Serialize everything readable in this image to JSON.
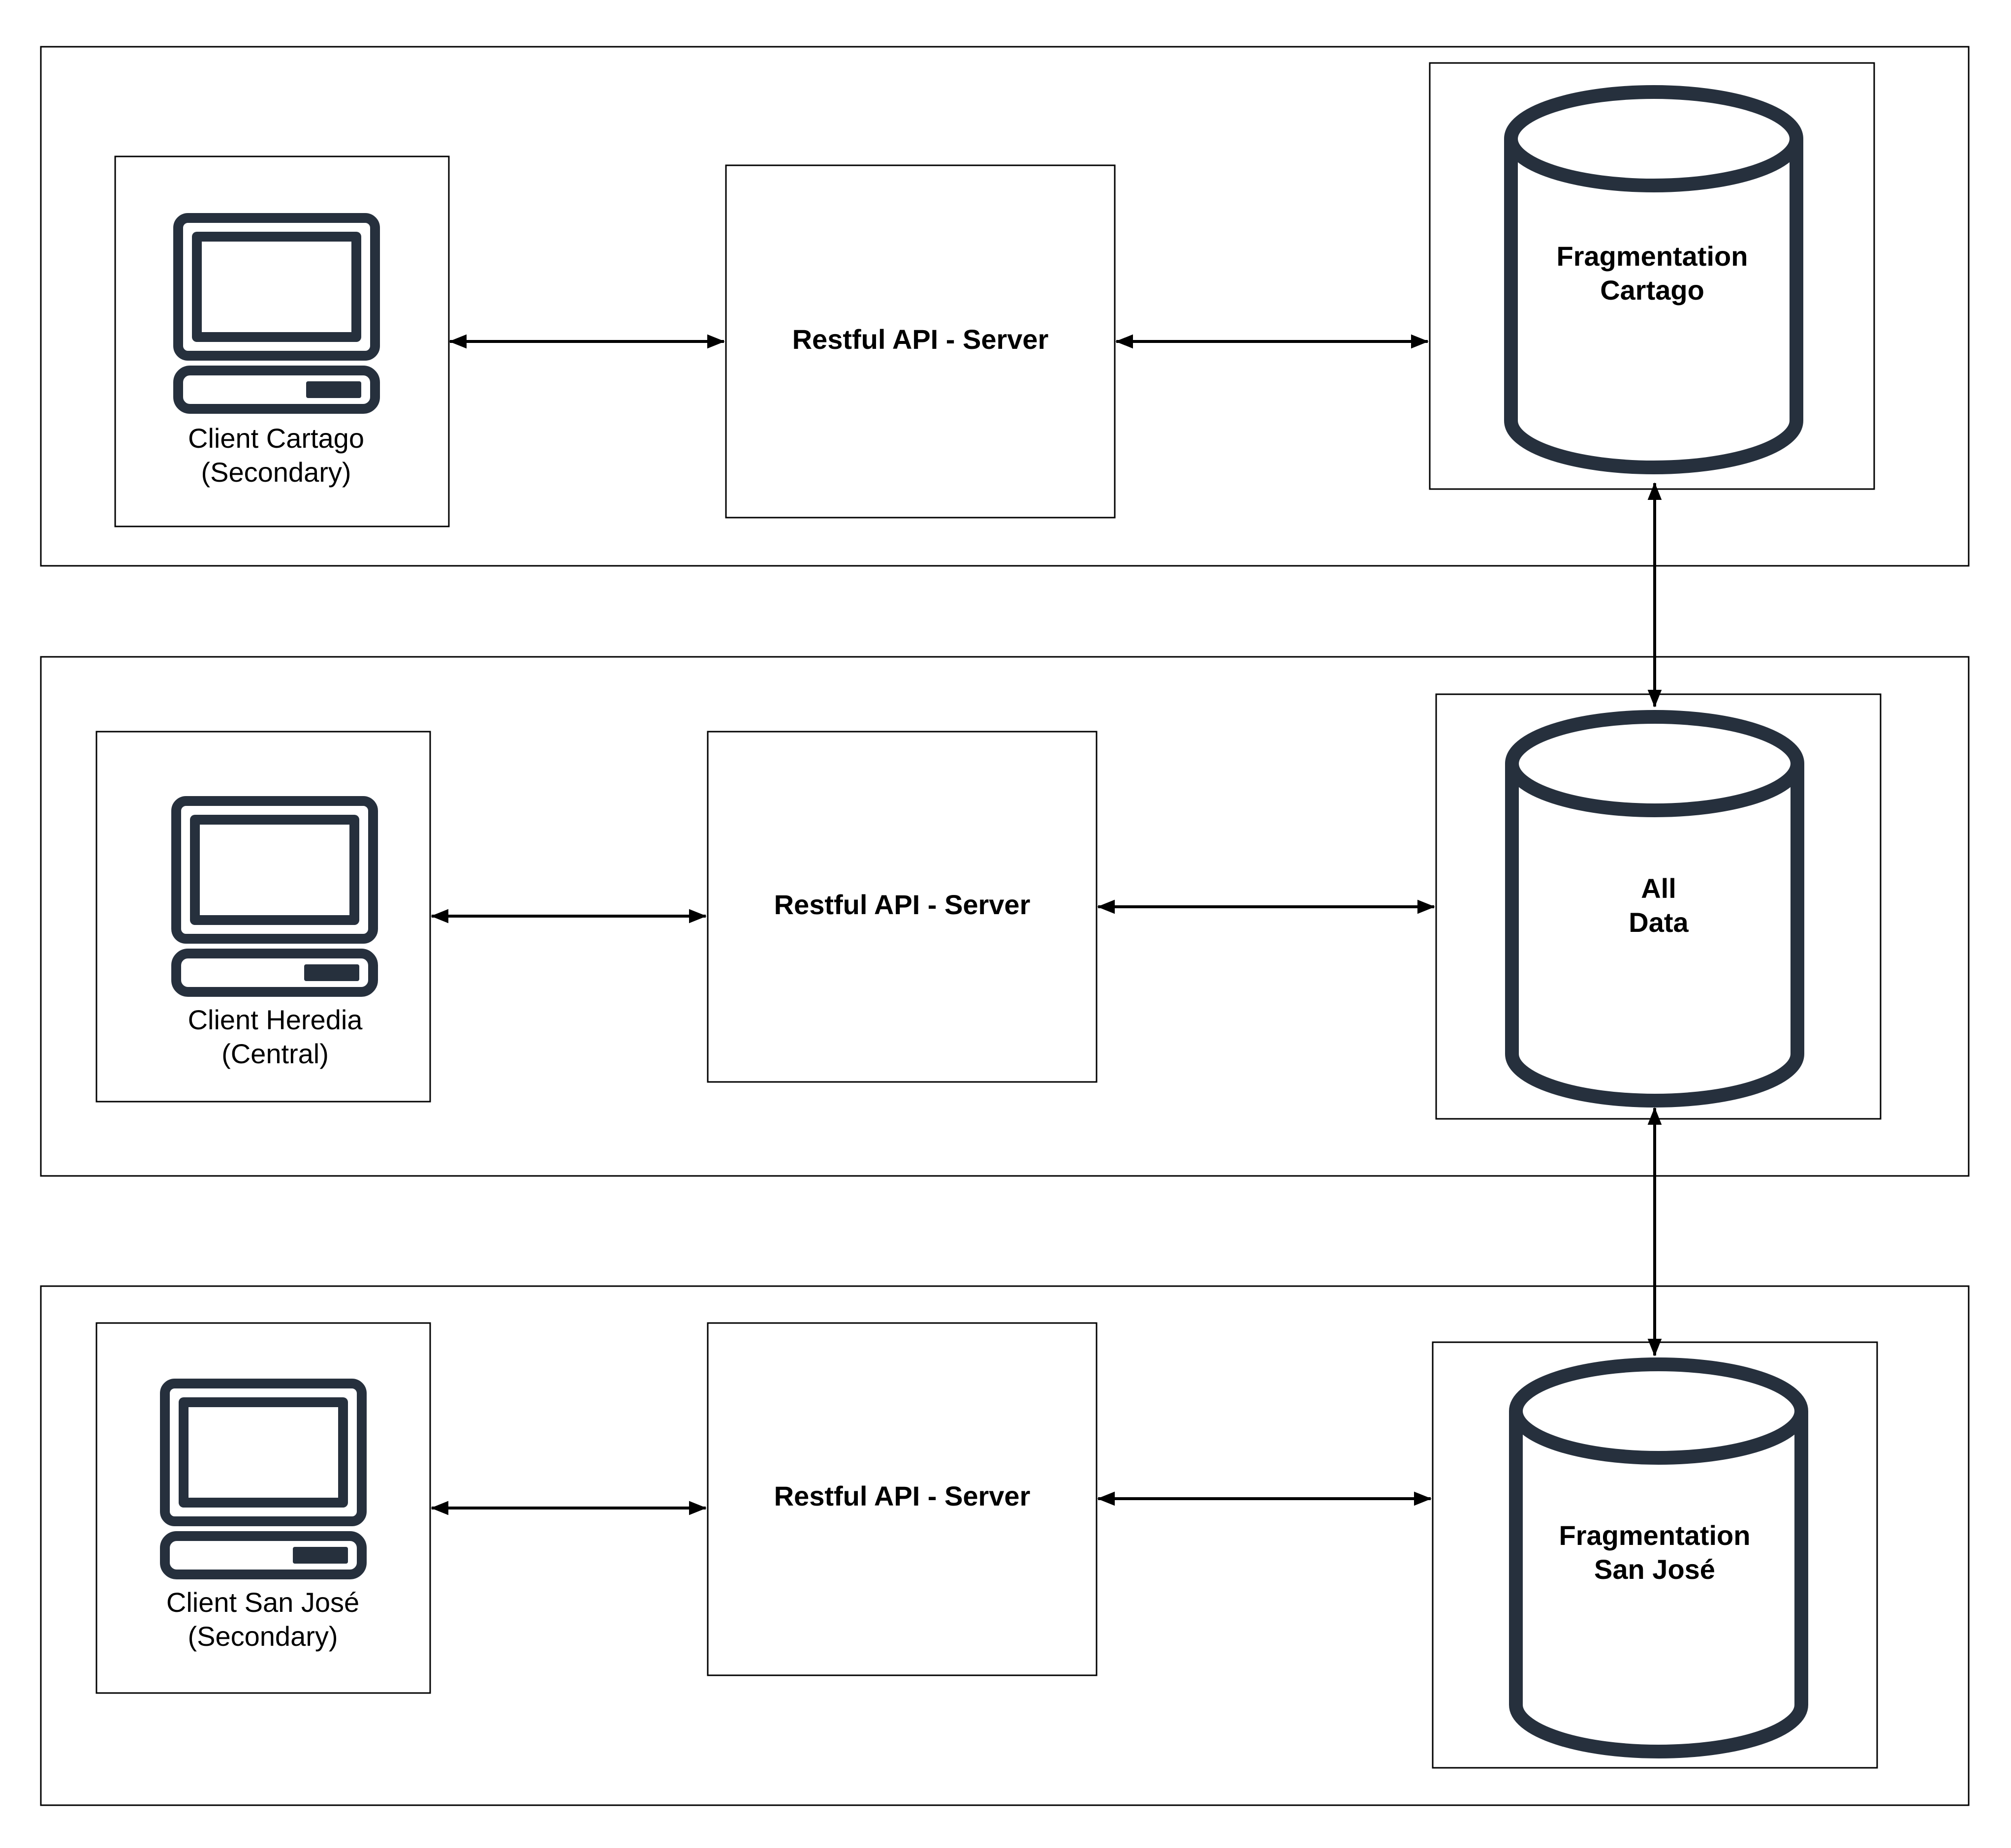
{
  "colors": {
    "icon": "#26303d",
    "line": "#000000",
    "background": "#ffffff"
  },
  "tiers": [
    {
      "client": {
        "line1": "Client Cartago",
        "line2": "(Secondary)",
        "icon": "desktop-computer-icon"
      },
      "server": {
        "label": "Restful API - Server"
      },
      "database": {
        "line1": "Fragmentation",
        "line2": "Cartago",
        "icon": "database-cylinder-icon"
      }
    },
    {
      "client": {
        "line1": "Client Heredia",
        "line2": "(Central)",
        "icon": "desktop-computer-icon"
      },
      "server": {
        "label": "Restful API - Server"
      },
      "database": {
        "line1": "All",
        "line2": "Data",
        "icon": "database-cylinder-icon"
      }
    },
    {
      "client": {
        "line1": "Client San José",
        "line2": "(Secondary)",
        "icon": "desktop-computer-icon"
      },
      "server": {
        "label": "Restful API - Server"
      },
      "database": {
        "line1": "Fragmentation",
        "line2": "San José",
        "icon": "database-cylinder-icon"
      }
    }
  ]
}
